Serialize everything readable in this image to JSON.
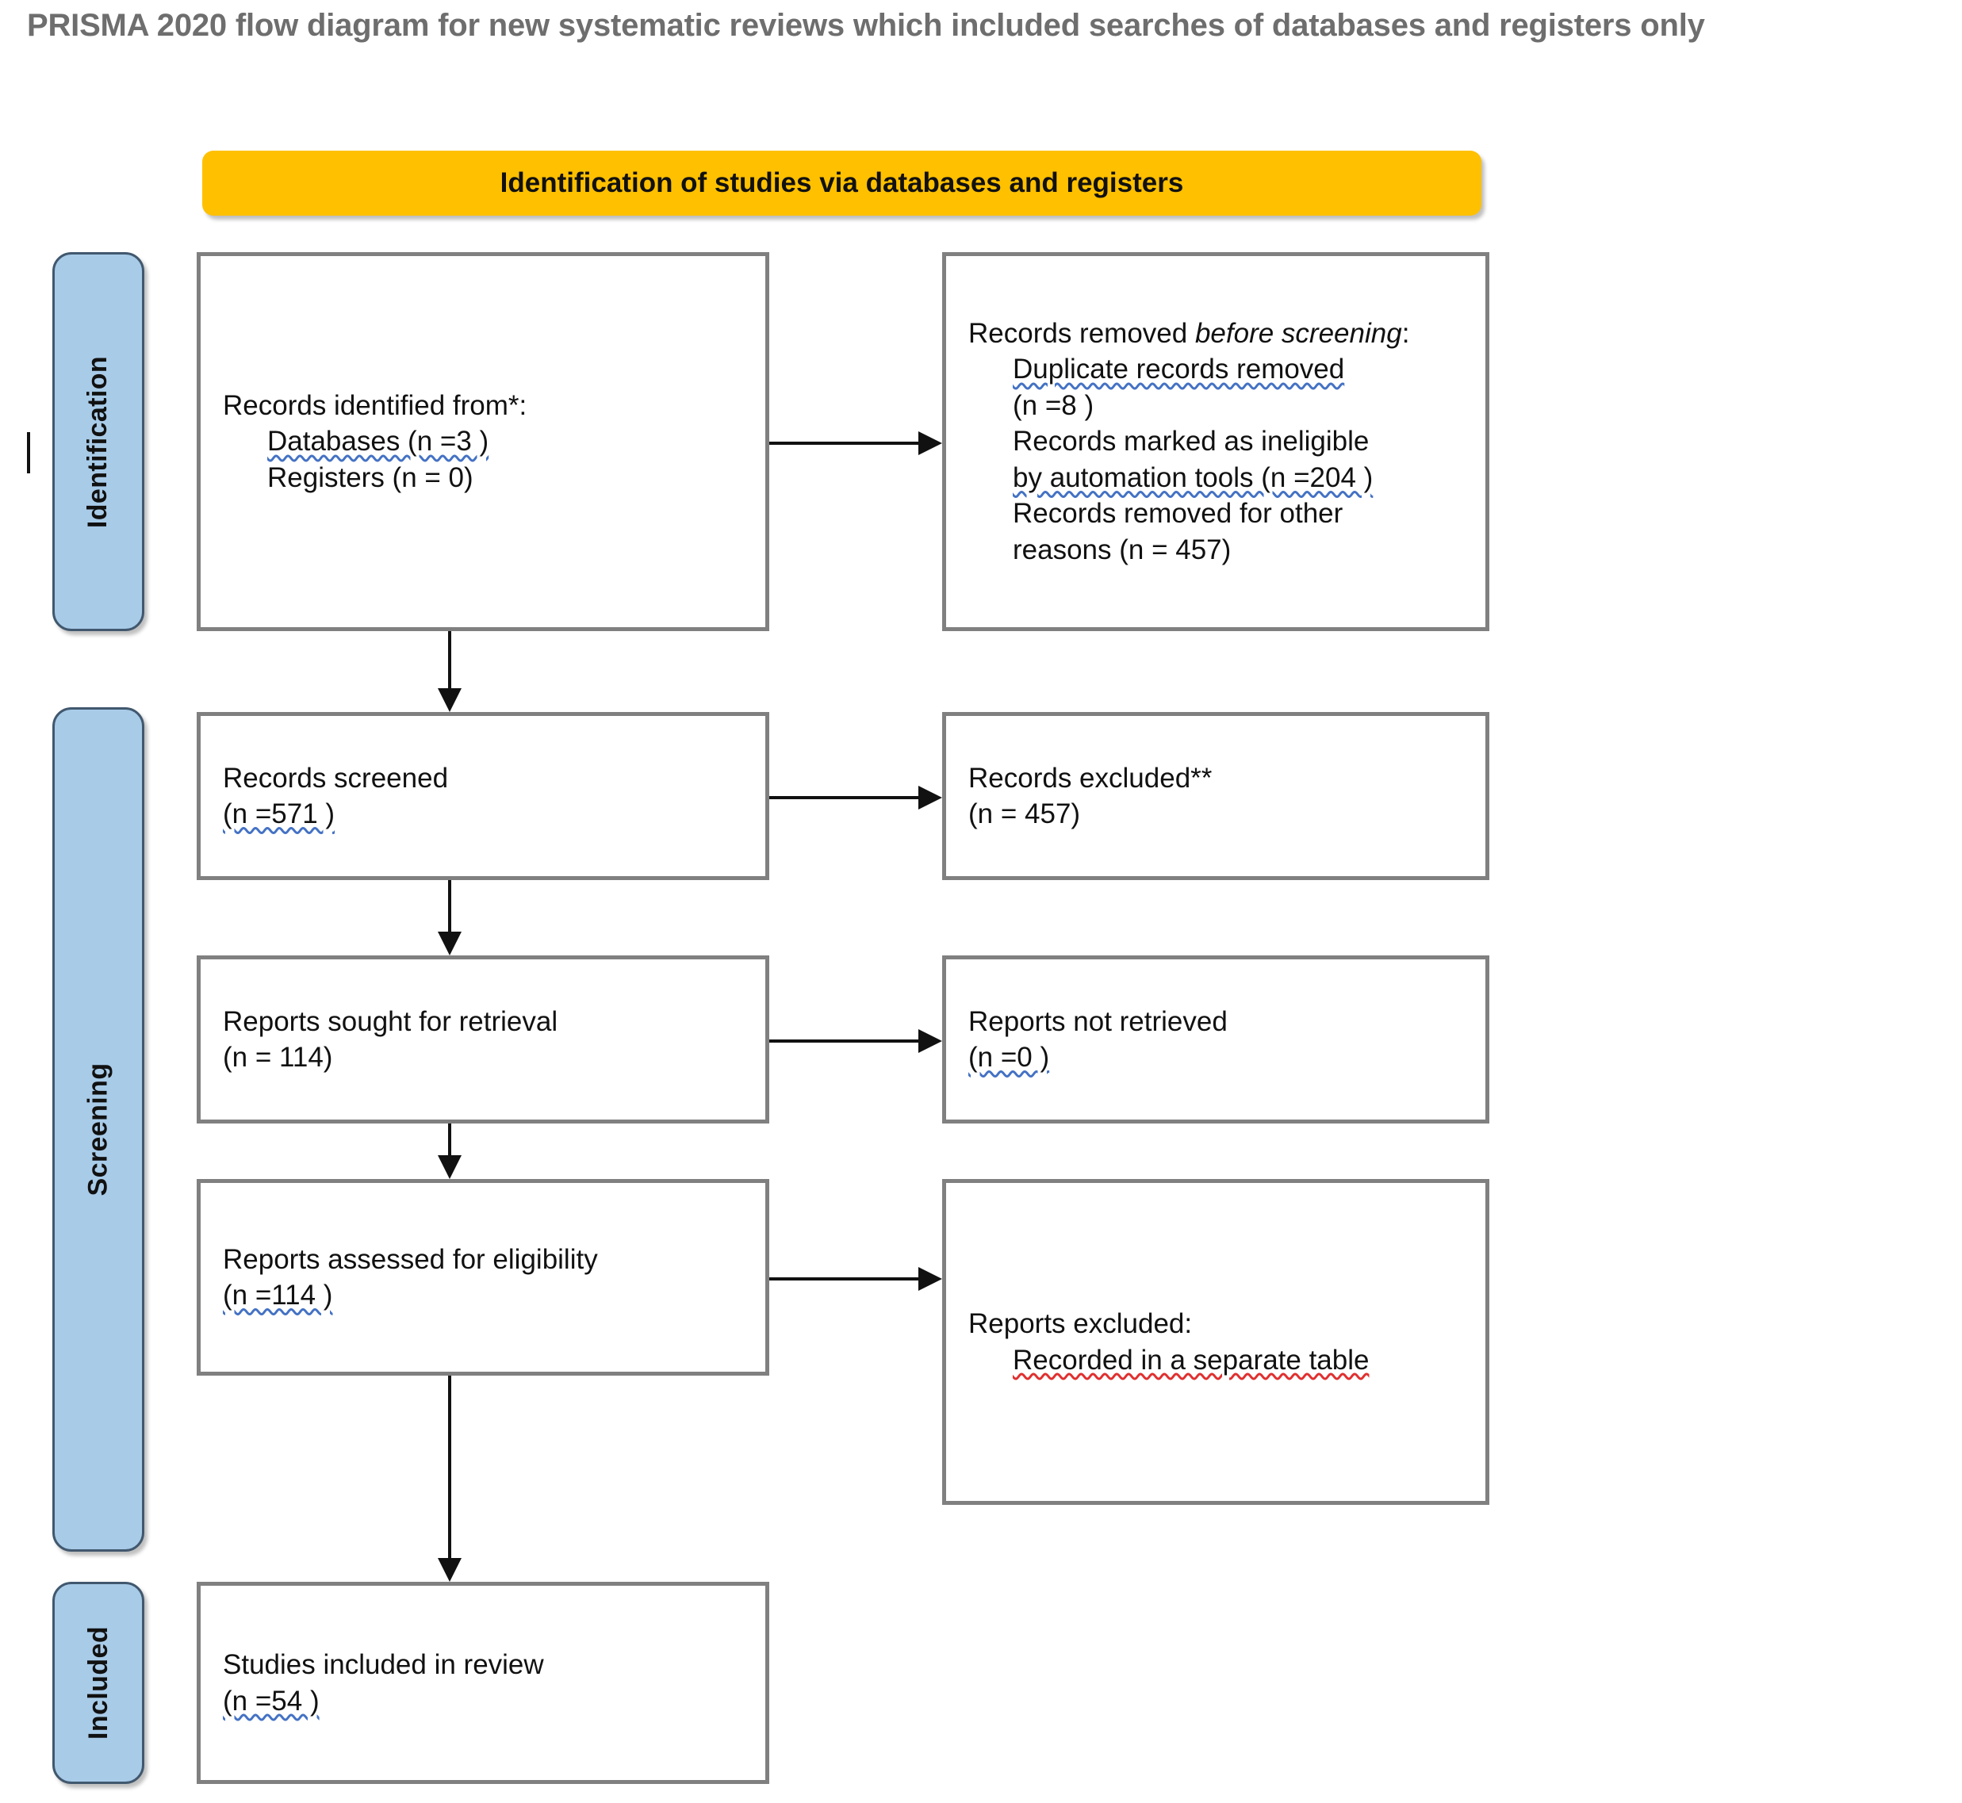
{
  "page": {
    "title": "PRISMA 2020 flow diagram for new systematic reviews which included searches of databases and registers only"
  },
  "colors": {
    "banner": "#FFC000",
    "phase_label": "#A8CBE8",
    "box_border": "#808080",
    "connector": "#111111",
    "title_text": "#6E6E6E",
    "spellcheck_blue": "#4472C4",
    "spellcheck_red": "#E03030"
  },
  "banner": {
    "label": "Identification of studies via databases and registers"
  },
  "phases": [
    {
      "id": "identification",
      "label": "Identification"
    },
    {
      "id": "screening",
      "label": "Screening"
    },
    {
      "id": "included",
      "label": "Included"
    }
  ],
  "boxes": {
    "identified": {
      "lines": [
        "Records identified from*:",
        "Databases (n =3 )",
        "Registers (n = 0)"
      ],
      "heading": "Records identified from*:",
      "databases": "Databases (n =3 )",
      "registers": "Registers (n = 0)"
    },
    "removed": {
      "heading_plain": "Records removed ",
      "heading_italic": "before screening",
      "heading_colon": ":",
      "duplicate_a": "Duplicate records removed",
      "duplicate_b": "(n =8 )",
      "ineligible_a": "Records marked as ineligible",
      "ineligible_b": "by automation tools (n =204 )",
      "other_a": "Records removed for other",
      "other_b": "reasons (n = 457)"
    },
    "screened": {
      "heading": "Records screened",
      "count": "(n =571 )"
    },
    "excluded": {
      "heading": "Records excluded**",
      "count": "(n = 457)"
    },
    "sought": {
      "heading": "Reports sought for retrieval",
      "count": "(n = 114)"
    },
    "not_retrieved": {
      "heading": "Reports not retrieved",
      "count": "(n =0 )"
    },
    "assessed": {
      "heading": "Reports assessed for eligibility",
      "count": "(n =114 )"
    },
    "reports_excluded": {
      "heading": "Reports excluded:",
      "detail": "Recorded in a separate table"
    },
    "included": {
      "heading": "Studies included in review",
      "count": "(n =54 )"
    }
  }
}
